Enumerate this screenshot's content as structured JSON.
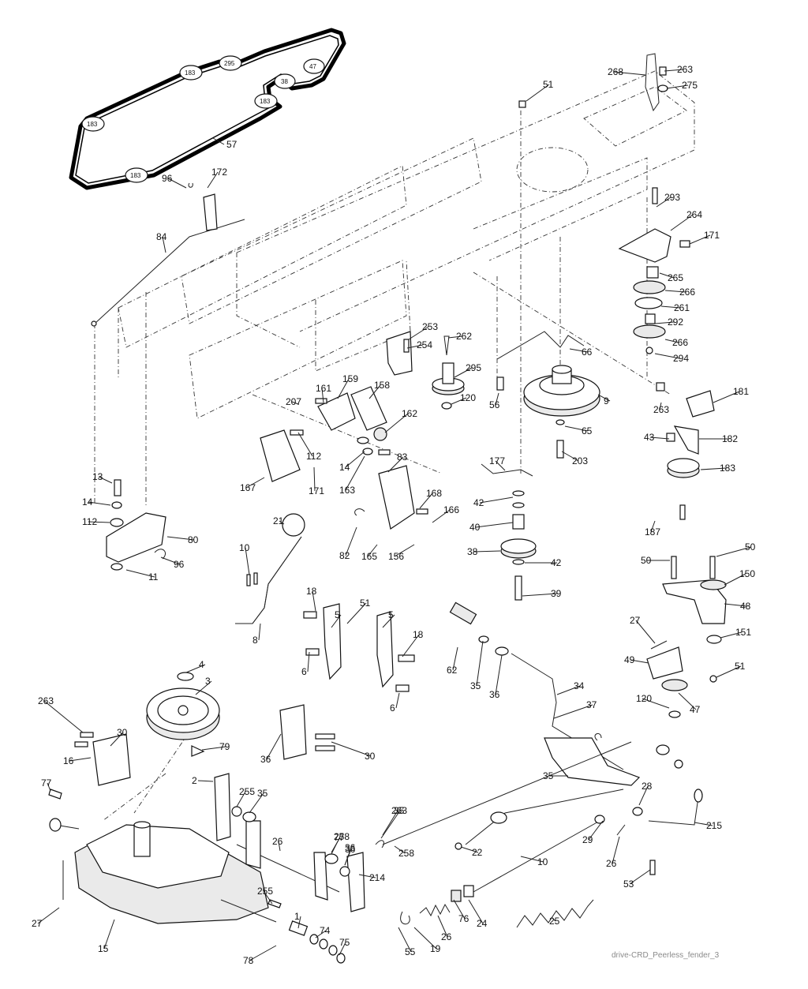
{
  "caption": "drive-CRD_Peerless_fender_3",
  "belt": {
    "part_number": "57",
    "pulleys": [
      "183",
      "295",
      "47",
      "38",
      "183",
      "183",
      "183"
    ]
  },
  "callouts": [
    "51",
    "268",
    "263",
    "275",
    "172",
    "96",
    "84",
    "293",
    "264",
    "171",
    "265",
    "266",
    "261",
    "292",
    "266",
    "294",
    "253",
    "254",
    "262",
    "295",
    "120",
    "66",
    "56",
    "9",
    "159",
    "161",
    "158",
    "207",
    "162",
    "181",
    "263",
    "65",
    "182",
    "43",
    "203",
    "167",
    "112",
    "14",
    "171",
    "163",
    "83",
    "177",
    "183",
    "13",
    "14",
    "112",
    "80",
    "96",
    "11",
    "168",
    "166",
    "21",
    "82",
    "165",
    "156",
    "42",
    "40",
    "38",
    "42",
    "187",
    "39",
    "10",
    "8",
    "18",
    "51",
    "5",
    "5",
    "18",
    "6",
    "6",
    "62",
    "35",
    "36",
    "34",
    "37",
    "50",
    "50",
    "150",
    "48",
    "27",
    "151",
    "49",
    "51",
    "120",
    "47",
    "4",
    "3",
    "263",
    "30",
    "16",
    "79",
    "77",
    "2",
    "255",
    "35",
    "36",
    "30",
    "263",
    "258",
    "36",
    "35",
    "28",
    "26",
    "214",
    "255",
    "77",
    "36",
    "35",
    "258",
    "22",
    "29",
    "26",
    "10",
    "215",
    "53",
    "27",
    "15",
    "1",
    "74",
    "78",
    "75",
    "76",
    "24",
    "19",
    "26",
    "25",
    "55",
    "96"
  ]
}
